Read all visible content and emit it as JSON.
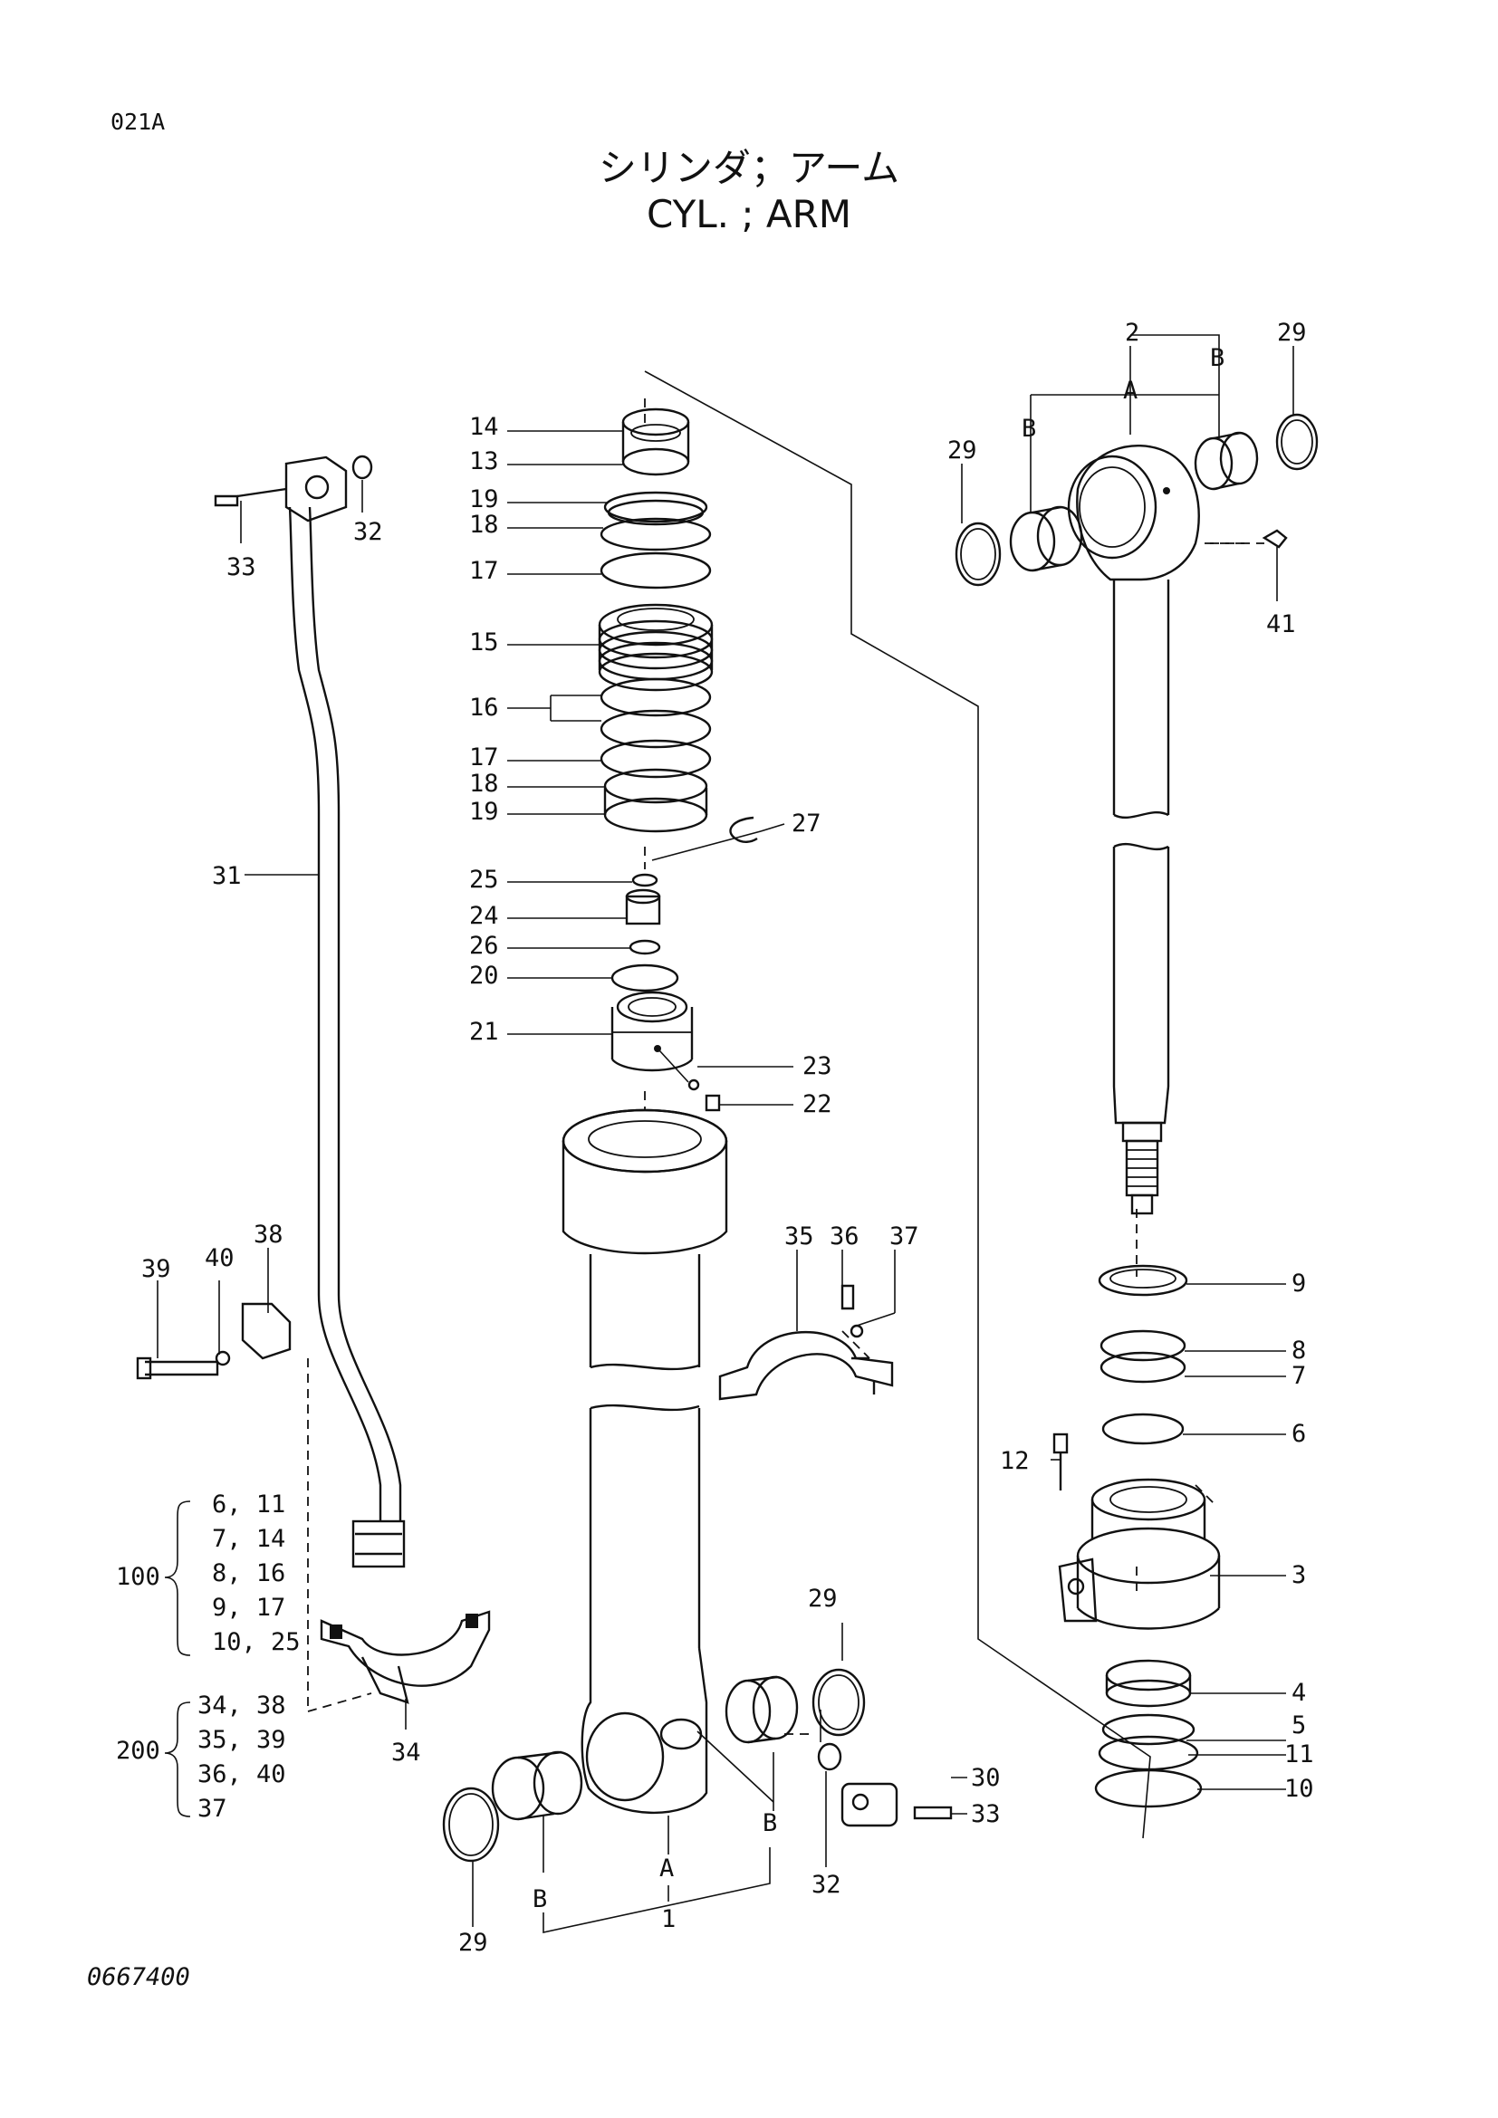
{
  "header": {
    "page_code": "021A",
    "title_jp": "シリンダ；アーム",
    "title_en": "CYL.  ; ARM"
  },
  "footer": {
    "drawing_number": "0667400"
  },
  "kits": [
    {
      "number": "100",
      "contents": [
        "6, 11",
        "7, 14",
        "8, 16",
        "9, 17",
        "10, 25"
      ]
    },
    {
      "number": "200",
      "contents": [
        "34, 38",
        "35, 39",
        "36, 40",
        "37"
      ]
    }
  ],
  "callouts": {
    "p1": "1",
    "p2": "2",
    "p3": "3",
    "p4": "4",
    "p5": "5",
    "p6": "6",
    "p7": "7",
    "p8": "8",
    "p9": "9",
    "p10": "10",
    "p11": "11",
    "p12": "12",
    "p13": "13",
    "p14": "14",
    "p15": "15",
    "p16": "16",
    "p17a": "17",
    "p17b": "17",
    "p18a": "18",
    "p18b": "18",
    "p19a": "19",
    "p19b": "19",
    "p20": "20",
    "p21": "21",
    "p22": "22",
    "p23": "23",
    "p24": "24",
    "p25": "25",
    "p26": "26",
    "p27": "27",
    "p29a": "29",
    "p29b": "29",
    "p29c": "29",
    "p29d": "29",
    "p30": "30",
    "p31": "31",
    "p32a": "32",
    "p32b": "32",
    "p33a": "33",
    "p33b": "33",
    "p34": "34",
    "p35": "35",
    "p36": "36",
    "p37": "37",
    "p38": "38",
    "p39": "39",
    "p40": "40",
    "p41": "41"
  },
  "reference_letters": {
    "top_A": "A",
    "top_B_left": "B",
    "top_B_right": "B",
    "bottom_A": "A",
    "bottom_B_left": "B",
    "bottom_B_right": "B"
  }
}
